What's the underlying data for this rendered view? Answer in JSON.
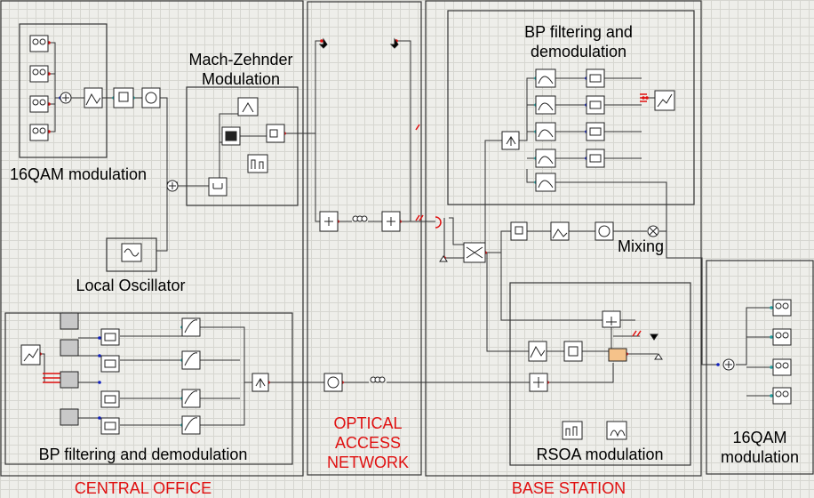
{
  "labels": {
    "qam_mod_co": "16QAM modulation",
    "mzm_title": "Mach-Zehnder\nModulation",
    "local_osc": "Local Oscillator",
    "bp_co": "BP filtering and demodulation",
    "central_office": "CENTRAL OFFICE",
    "optical_access": "OPTICAL\nACCESS\nNETWORK",
    "bp_bs": "BP filtering and\ndemodulation",
    "mixing": "Mixing",
    "rsoa": "RSOA modulation",
    "base_station": "BASE STATION",
    "qam_mod_bs": "16QAM\nmodulation"
  },
  "colors": {
    "background": "#eeeeea",
    "grid": "#d6d6d0",
    "wire": "#333333",
    "port_out": "#e01010",
    "port_in": "#1020c0",
    "port_elec": "#20a0a0",
    "section_label": "#e01010"
  }
}
